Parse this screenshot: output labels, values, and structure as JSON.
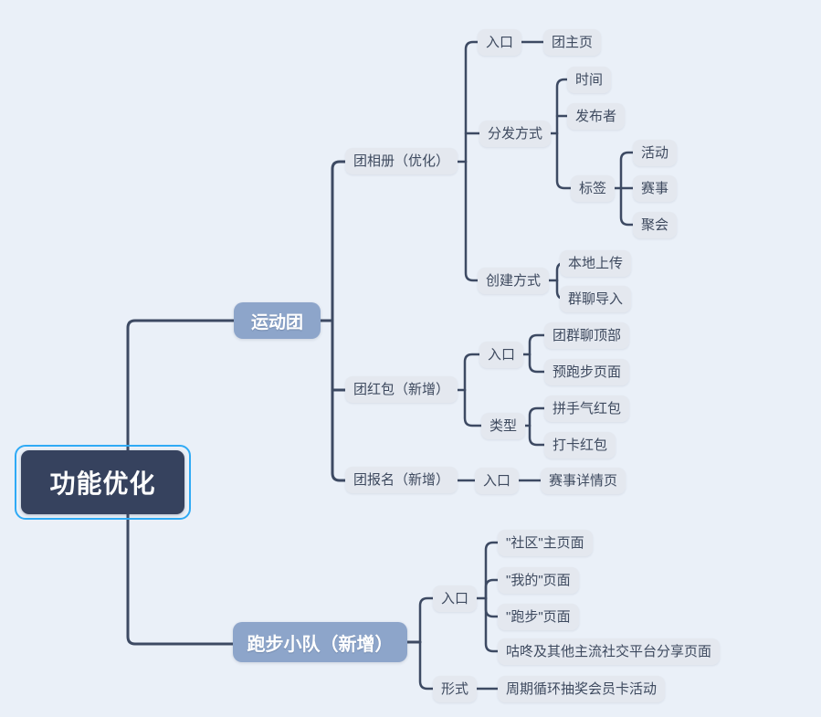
{
  "colors": {
    "background": "#eaf0f8",
    "node_bg": "#e4e8ef",
    "node_text": "#3e4a5f",
    "branch_bg": "#8da5ca",
    "root_bg": "#36425e",
    "line": "#3d4a63",
    "selection": "#2faaf5",
    "text_light": "#ffffff"
  },
  "mindmap": {
    "root": {
      "label": "功能优化",
      "children": [
        {
          "label": "运动团",
          "children": [
            {
              "label": "团相册（优化）",
              "children": [
                {
                  "label": "入口",
                  "children": [
                    {
                      "label": "团主页"
                    }
                  ]
                },
                {
                  "label": "分发方式",
                  "children": [
                    {
                      "label": "时间"
                    },
                    {
                      "label": "发布者"
                    },
                    {
                      "label": "标签",
                      "children": [
                        {
                          "label": "活动"
                        },
                        {
                          "label": "赛事"
                        },
                        {
                          "label": "聚会"
                        }
                      ]
                    }
                  ]
                },
                {
                  "label": "创建方式",
                  "children": [
                    {
                      "label": "本地上传"
                    },
                    {
                      "label": "群聊导入"
                    }
                  ]
                }
              ]
            },
            {
              "label": "团红包（新增）",
              "children": [
                {
                  "label": "入口",
                  "children": [
                    {
                      "label": "团群聊顶部"
                    },
                    {
                      "label": "预跑步页面"
                    }
                  ]
                },
                {
                  "label": "类型",
                  "children": [
                    {
                      "label": "拼手气红包"
                    },
                    {
                      "label": "打卡红包"
                    }
                  ]
                }
              ]
            },
            {
              "label": "团报名（新增）",
              "children": [
                {
                  "label": "入口",
                  "children": [
                    {
                      "label": "赛事详情页"
                    }
                  ]
                }
              ]
            }
          ]
        },
        {
          "label": "跑步小队（新增）",
          "children": [
            {
              "label": "入口",
              "children": [
                {
                  "label": "\"社区\"主页面"
                },
                {
                  "label": "\"我的\"页面"
                },
                {
                  "label": "\"跑步\"页面"
                },
                {
                  "label": "咕咚及其他主流社交平台分享页面"
                }
              ]
            },
            {
              "label": "形式",
              "children": [
                {
                  "label": "周期循环抽奖会员卡活动"
                }
              ]
            }
          ]
        }
      ]
    }
  }
}
